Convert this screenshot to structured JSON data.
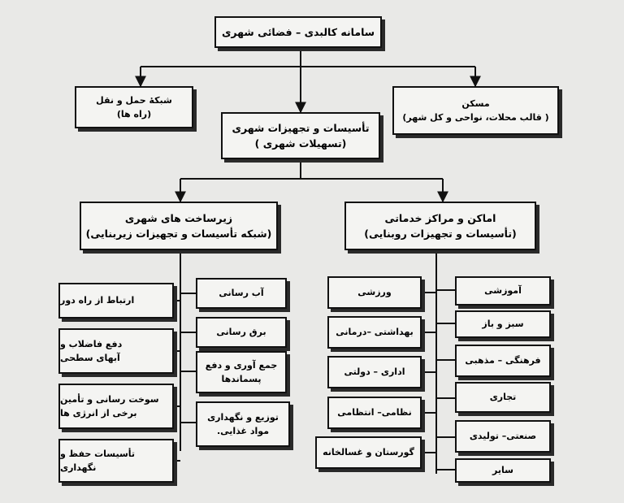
{
  "root": {
    "label": "سامانه کالبدی – فضائی شهری"
  },
  "transport": {
    "line1": "شبکهٔ حمل و نقل",
    "line2": "(راه ها)"
  },
  "housing": {
    "line1": "مسکن",
    "line2": "( قالب محلات، نواحی و کل شهر)"
  },
  "facilities": {
    "line1": "تأسیسات و تجهیزات شهری",
    "line2": "(تسهیلات شهری )"
  },
  "infrastructure": {
    "line1": "زیرساخت های شهری",
    "line2": "(شبکه تأسیسات و تجهیزات زیربنایی)"
  },
  "services": {
    "line1": "اماکن و مراکز خدماتی",
    "line2": "(تأسیسات و تجهیزات روبنایی)"
  },
  "infra_items": {
    "water": "آب رسانی",
    "electricity": "برق رسانی",
    "waste_l1": "جمع آوری و دفع",
    "waste_l2": "پسماندها",
    "food_l1": "توزیع و نگهداری",
    "food_l2": "مواد غذایی.",
    "telecom": "ارتباط از راه دور",
    "sewage_l1": "دفع فاضلاب و",
    "sewage_l2": "آبهای سطحی",
    "fuel_l1": "سوخت رسانی و تأمین",
    "fuel_l2": "برخی از انرژی ها",
    "storage_l1": "تأسیسات حفظ و",
    "storage_l2": "نگهداری"
  },
  "service_items": {
    "sports": "ورزشی",
    "health": "بهداشتی –درمانی",
    "admin": "اداری – دولتی",
    "military": "نظامی– انتظامی",
    "cemetery": "گورستان و غسالخانه",
    "education": "آموزشی",
    "green": "سبز و باز",
    "cultural": "فرهنگی – مذهبی",
    "commercial": "تجاری",
    "industrial": "صنعتی– تولیدی",
    "other": "سایر"
  }
}
